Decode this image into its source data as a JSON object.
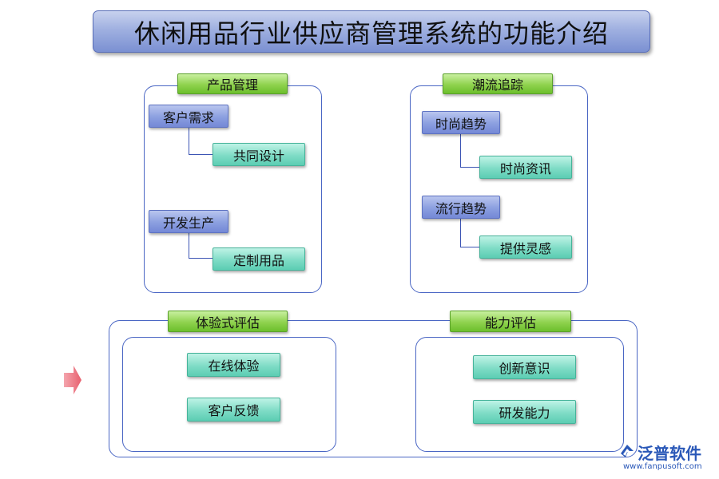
{
  "title": "休闲用品行业供应商管理系统的功能介绍",
  "sections": {
    "product_mgmt": {
      "label": "产品管理",
      "groups": [
        {
          "parent": "客户需求",
          "child": "共同设计"
        },
        {
          "parent": "开发生产",
          "child": "定制用品"
        }
      ]
    },
    "trend_tracking": {
      "label": "潮流追踪",
      "groups": [
        {
          "parent": "时尚趋势",
          "child": "时尚资讯"
        },
        {
          "parent": "流行趋势",
          "child": "提供灵感"
        }
      ]
    },
    "experience_eval": {
      "label": "体验式评估",
      "items": [
        "在线体验",
        "客户反馈"
      ]
    },
    "capability_eval": {
      "label": "能力评估",
      "items": [
        "创新意识",
        "研发能力"
      ]
    }
  },
  "logo": {
    "name": "泛普软件",
    "url": "www.fanpusoft.com",
    "icon": "fanpu-logo-icon"
  },
  "colors": {
    "title_bg": "#9fb0e0",
    "green_tag": "#8fd24e",
    "blue_box": "#8b9fe0",
    "teal_box": "#7fdcc6",
    "panel_border": "#4a66c4",
    "arrow": "#e8606e",
    "logo": "#2a58b8"
  }
}
